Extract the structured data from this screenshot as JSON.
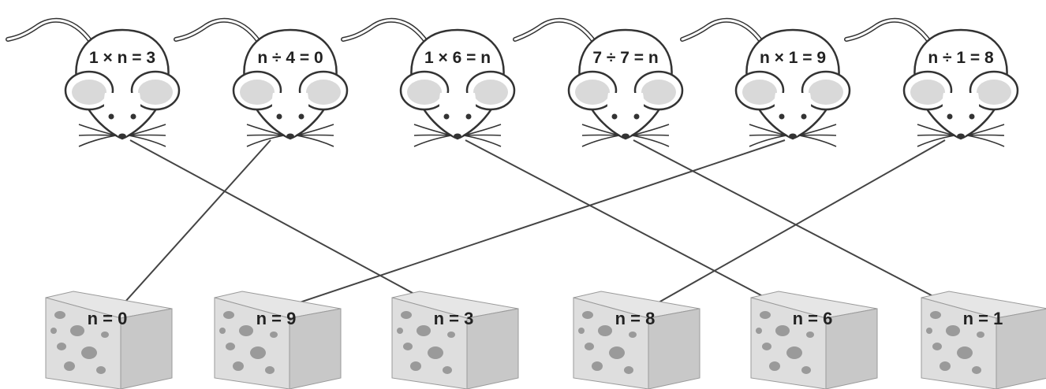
{
  "mice": [
    {
      "equation": "1 × n = 3"
    },
    {
      "equation": "n ÷ 4 = 0"
    },
    {
      "equation": "1 × 6 = n"
    },
    {
      "equation": "7 ÷ 7 = n"
    },
    {
      "equation": "n × 1 = 9"
    },
    {
      "equation": "n ÷ 1 = 8"
    }
  ],
  "cheeses": [
    {
      "label": "n = 0"
    },
    {
      "label": "n = 9"
    },
    {
      "label": "n = 3"
    },
    {
      "label": "n = 8"
    },
    {
      "label": "n = 6"
    },
    {
      "label": "n = 1"
    }
  ],
  "connections": [
    {
      "mouse": 0,
      "cheese": 2
    },
    {
      "mouse": 1,
      "cheese": 0
    },
    {
      "mouse": 2,
      "cheese": 4
    },
    {
      "mouse": 3,
      "cheese": 5
    },
    {
      "mouse": 4,
      "cheese": 1
    },
    {
      "mouse": 5,
      "cheese": 3
    }
  ],
  "colors": {
    "outline": "#333333",
    "ear_inner": "#d9d9d9",
    "cheese_front": "#c8c8c8",
    "cheese_top": "#e6e6e6",
    "cheese_side": "#b0b0b0",
    "holes": "#9a9a9a",
    "line": "#444444"
  }
}
